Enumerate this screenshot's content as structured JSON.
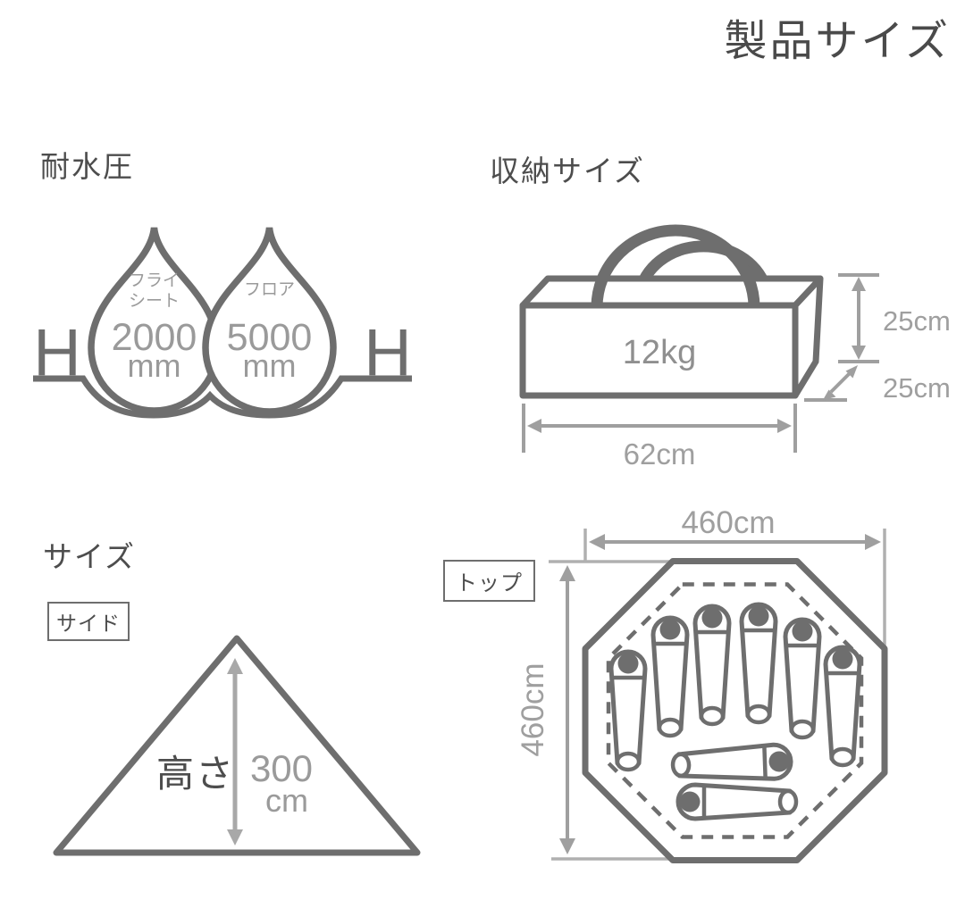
{
  "title": "製品サイズ",
  "colors": {
    "outline": "#6e6e6e",
    "dimension_gray": "#9f9f9f",
    "label_dark": "#4d4d4d",
    "label_light": "#9a9a9a"
  },
  "water": {
    "heading": "耐水圧",
    "h_left": "H",
    "h_right": "H",
    "drops": [
      {
        "line1": "フライ",
        "line2": "シート",
        "value": "2000",
        "unit": "mm"
      },
      {
        "line1": "フロア",
        "line2": "",
        "value": "5000",
        "unit": "mm"
      }
    ]
  },
  "storage": {
    "heading": "収納サイズ",
    "weight": "12kg",
    "height": "25cm",
    "depth": "25cm",
    "width": "62cm"
  },
  "size": {
    "heading": "サイズ",
    "side_label": "サイド",
    "top_label": "トップ",
    "side": {
      "height_label": "高さ",
      "height_value": "300",
      "height_unit": "cm"
    },
    "top": {
      "width": "460cm",
      "depth": "460cm"
    }
  }
}
